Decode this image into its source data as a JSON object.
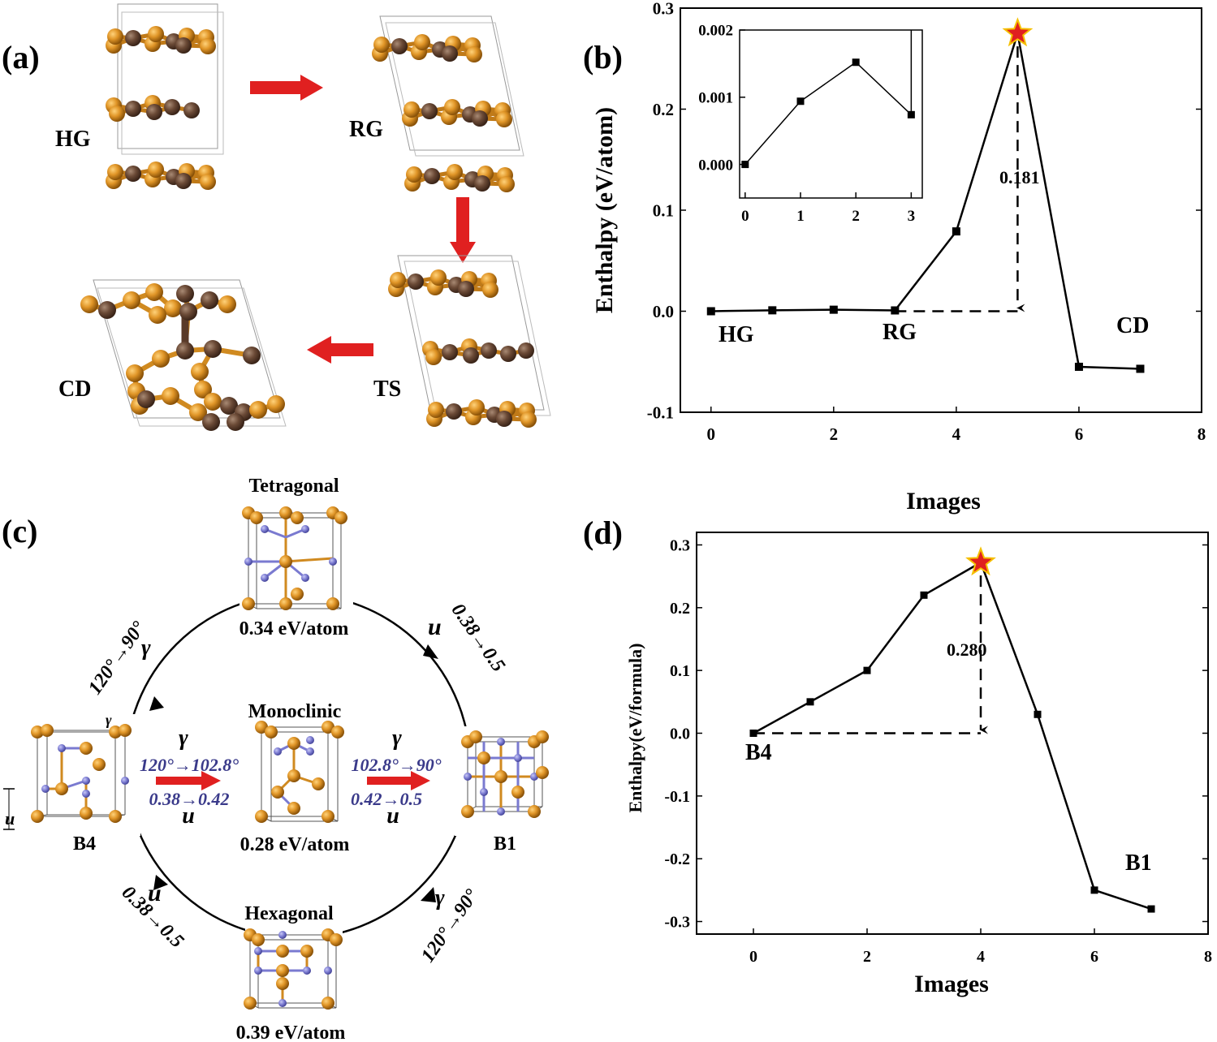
{
  "panels": {
    "a": {
      "label": "(a)",
      "structures": [
        "HG",
        "RG",
        "TS",
        "CD"
      ],
      "colors": {
        "orange_atom": "#d98c1e",
        "brown_atom": "#6b4a36",
        "arrow": "#e02020"
      }
    },
    "b": {
      "label": "(b)"
    },
    "c": {
      "label": "(c)",
      "phases": {
        "top": {
          "name": "Tetragonal",
          "energy": "0.34 eV/atom"
        },
        "middle": {
          "name": "Monoclinic",
          "energy": "0.28 eV/atom"
        },
        "bottom": {
          "name": "Hexagonal",
          "energy": "0.39 eV/atom"
        },
        "left": {
          "name": "B4",
          "gamma_mark": "γ",
          "u_mark": "u"
        },
        "right": {
          "name": "B1"
        }
      },
      "paths": {
        "top_left": {
          "var": "γ",
          "range": "120°→90°"
        },
        "top_right": {
          "var": "u",
          "range": "0.38→0.5"
        },
        "bottom_left": {
          "var": "u",
          "range": "0.38→0.5"
        },
        "bottom_right": {
          "var": "γ",
          "range": "120°→90°"
        },
        "mid_left": {
          "gamma": "γ",
          "gamma_range": "120°→102.8°",
          "u_range": "0.38→0.42",
          "u": "u"
        },
        "mid_right": {
          "gamma": "γ",
          "gamma_range": "102.8°→90°",
          "u_range": "0.42→0.5",
          "u": "u"
        }
      },
      "colors": {
        "orange_atom": "#d98c1e",
        "blue_atom": "#7a7ad0",
        "blue_text": "#3a3a8a",
        "arrow": "#e02020"
      }
    },
    "d": {
      "label": "(d)"
    }
  },
  "chart_data": [
    {
      "id": "b",
      "type": "line",
      "xlabel": "Images",
      "ylabel": "Enthalpy (eV/atom)",
      "xlim": [
        -0.5,
        8
      ],
      "ylim": [
        -0.1,
        0.3
      ],
      "xticks": [
        "0",
        "2",
        "4",
        "6",
        "8"
      ],
      "yticks": [
        "-0.1",
        "0.0",
        "0.1",
        "0.2",
        "0.3"
      ],
      "x": [
        0,
        1,
        2,
        3,
        4,
        5,
        6,
        7
      ],
      "y": [
        0.0,
        0.0009,
        0.0015,
        0.0008,
        0.079,
        0.275,
        -0.055,
        -0.057
      ],
      "barrier_label": "0.181",
      "point_labels": [
        "HG",
        "RG",
        "CD"
      ],
      "star_color": "#e02020",
      "inset": {
        "type": "line",
        "xlim": [
          -0.1,
          3.2
        ],
        "ylim": [
          -0.0005,
          0.002
        ],
        "xticks": [
          "0",
          "1",
          "2",
          "3"
        ],
        "yticks": [
          "0.000",
          "0.001",
          "0.002"
        ],
        "x": [
          0,
          1,
          2,
          3
        ],
        "y": [
          0.0,
          0.00094,
          0.00152,
          0.00074
        ]
      }
    },
    {
      "id": "d",
      "type": "line",
      "xlabel": "Images",
      "ylabel": "Enthalpy(eV/formula)",
      "xlim": [
        -1,
        8
      ],
      "ylim": [
        -0.32,
        0.32
      ],
      "xticks": [
        "0",
        "2",
        "4",
        "6",
        "8"
      ],
      "yticks": [
        "-0.3",
        "-0.2",
        "-0.1",
        "0.0",
        "0.1",
        "0.2",
        "0.3"
      ],
      "x": [
        0,
        1,
        2,
        3,
        4,
        5,
        6,
        7
      ],
      "y": [
        0.0,
        0.05,
        0.1,
        0.22,
        0.272,
        0.03,
        -0.25,
        -0.28
      ],
      "barrier_label": "0.280",
      "point_labels": [
        "B4",
        "B1"
      ],
      "star_color": "#e02020"
    }
  ]
}
